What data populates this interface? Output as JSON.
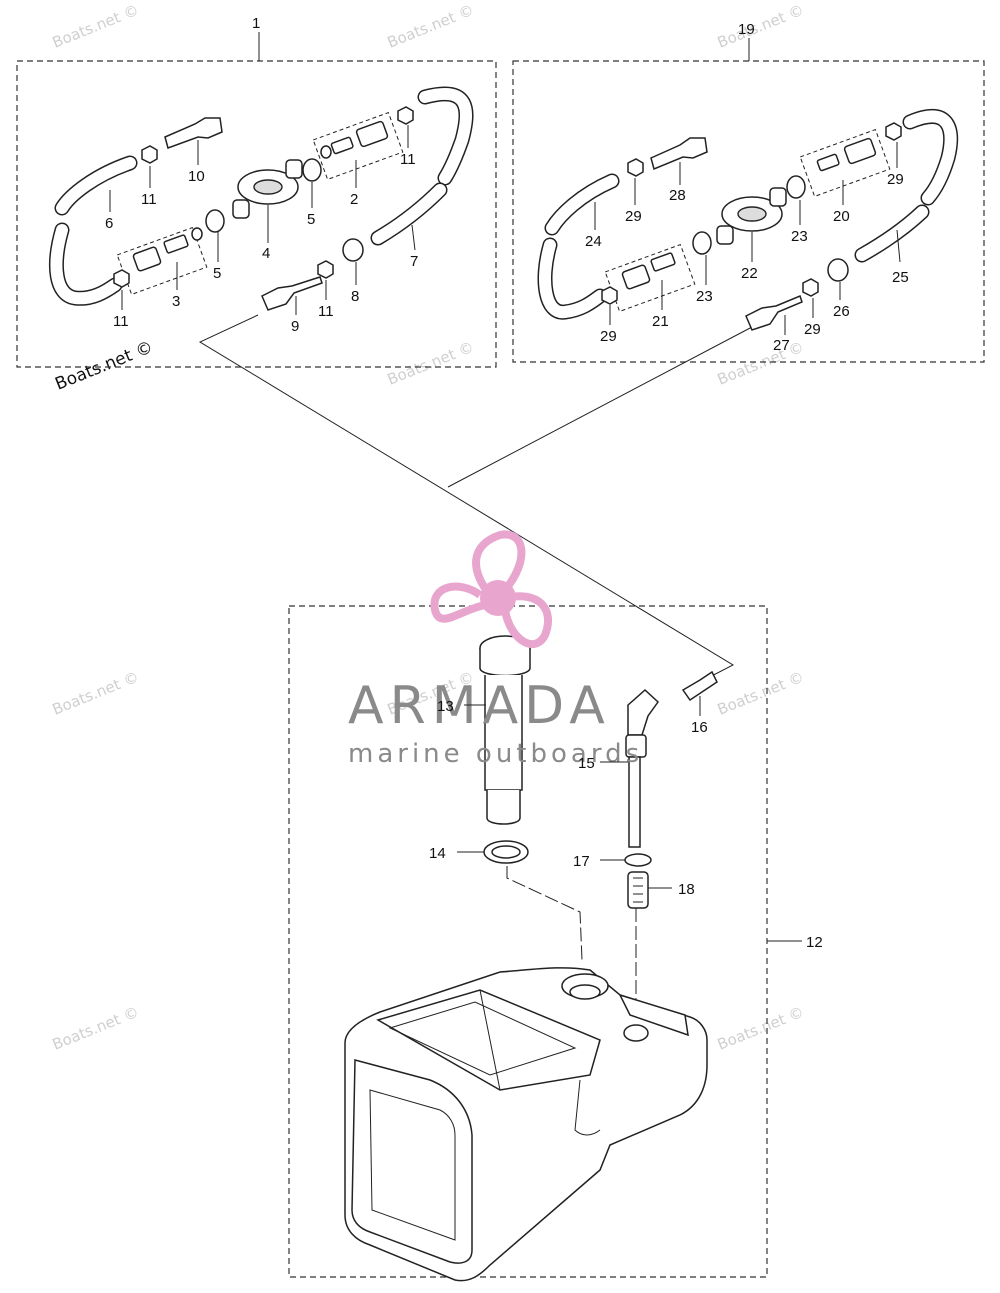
{
  "watermarks": {
    "site": "Boats.net ©"
  },
  "brand": {
    "name": "ARMADA",
    "tagline": "marine outboards",
    "logo_color": "#e8a6cf"
  },
  "callouts": {
    "c1": "1",
    "c2": "2",
    "c3": "3",
    "c4": "4",
    "c5a": "5",
    "c5b": "5",
    "c6": "6",
    "c7": "7",
    "c8": "8",
    "c9": "9",
    "c10": "10",
    "c11a": "11",
    "c11b": "11",
    "c11c": "11",
    "c11d": "11",
    "c12": "12",
    "c13": "13",
    "c14": "14",
    "c15": "15",
    "c16": "16",
    "c17": "17",
    "c18": "18",
    "c19": "19",
    "c20": "20",
    "c21": "21",
    "c22": "22",
    "c23a": "23",
    "c23b": "23",
    "c24": "24",
    "c25": "25",
    "c26": "26",
    "c27": "27",
    "c28": "28",
    "c29a": "29",
    "c29b": "29",
    "c29c": "29",
    "c29d": "29"
  }
}
